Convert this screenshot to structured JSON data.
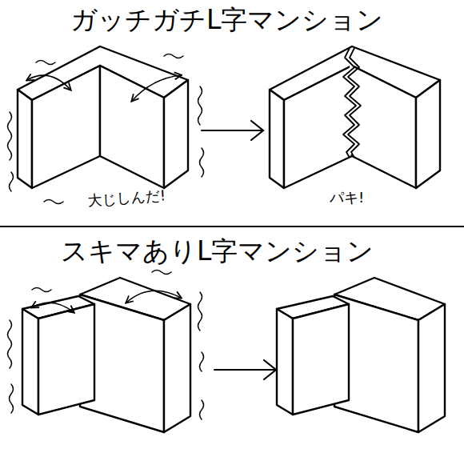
{
  "diagram": {
    "title": "ガッチガチL字マンション",
    "labels": [
      "大じしんだ!",
      "パキ!",
      "スキマありL字マンション"
    ]
  }
}
